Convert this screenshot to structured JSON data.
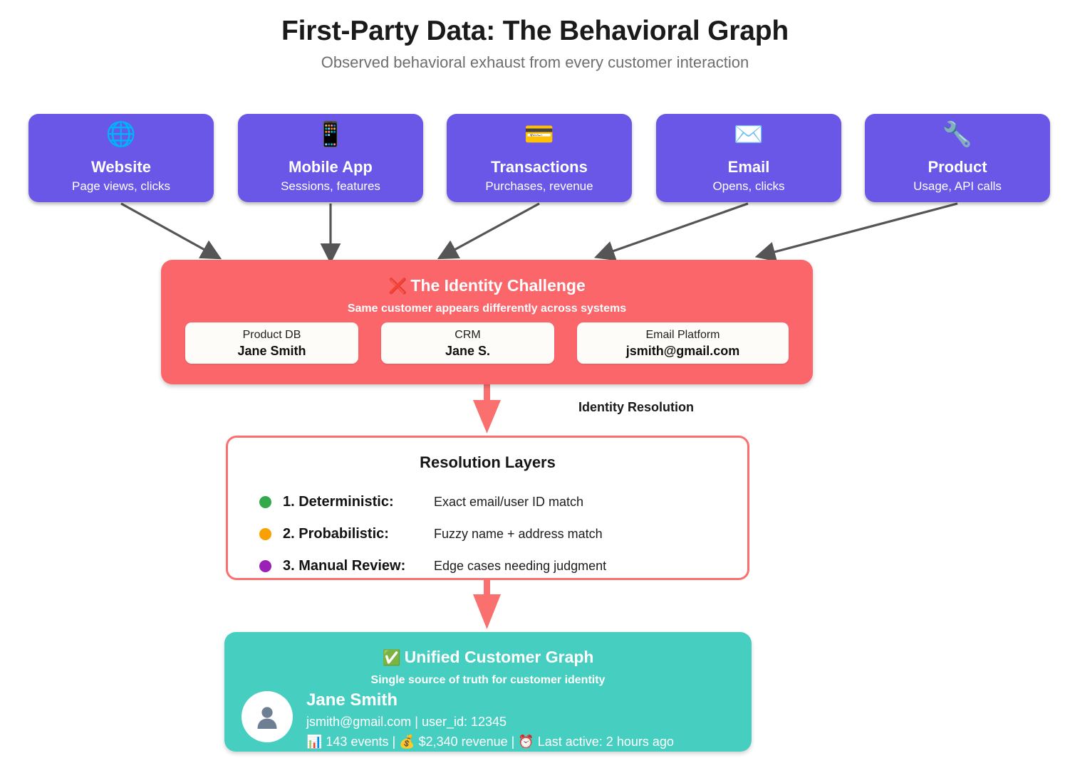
{
  "header": {
    "title": "First-Party Data: The Behavioral Graph",
    "subtitle": "Observed behavioral exhaust from every customer interaction"
  },
  "colors": {
    "source_box": "#6A57E8",
    "challenge_box": "#FB666B",
    "unified_box": "#46CFC0",
    "arrow_gray": "#555555",
    "arrow_red": "#F9706F",
    "deterministic_dot": "#33A94B",
    "probabilistic_dot": "#F8A100",
    "manual_dot": "#9B20B5"
  },
  "sources": [
    {
      "icon": "globe-icon",
      "glyph": "🌐",
      "title": "Website",
      "subtitle": "Page views, clicks"
    },
    {
      "icon": "mobile-phone-icon",
      "glyph": "📱",
      "title": "Mobile App",
      "subtitle": "Sessions, features"
    },
    {
      "icon": "credit-card-icon",
      "glyph": "💳",
      "title": "Transactions",
      "subtitle": "Purchases, revenue"
    },
    {
      "icon": "envelope-icon",
      "glyph": "✉️",
      "title": "Email",
      "subtitle": "Opens, clicks"
    },
    {
      "icon": "wrench-icon",
      "glyph": "🔧",
      "title": "Product",
      "subtitle": "Usage, API calls"
    }
  ],
  "challenge": {
    "mark": "❌",
    "title": "The Identity Challenge",
    "subtitle": "Same customer appears differently across systems",
    "cards": [
      {
        "system": "Product DB",
        "value": "Jane Smith"
      },
      {
        "system": "CRM",
        "value": "Jane S."
      },
      {
        "system": "Email Platform",
        "value": "jsmith@gmail.com"
      }
    ]
  },
  "flow": {
    "resolution_label": "Identity Resolution"
  },
  "layers": {
    "title": "Resolution Layers",
    "items": [
      {
        "name": "1. Deterministic:",
        "desc": "Exact email/user ID match",
        "dot": "#33A94B"
      },
      {
        "name": "2. Probabilistic:",
        "desc": "Fuzzy name + address match",
        "dot": "#F8A100"
      },
      {
        "name": "3. Manual Review:",
        "desc": "Edge cases needing judgment",
        "dot": "#9B20B5"
      }
    ]
  },
  "unified": {
    "mark": "✅",
    "title": "Unified Customer Graph",
    "subtitle": "Single source of truth for customer identity",
    "profile": {
      "name": "Jane Smith",
      "ids": "jsmith@gmail.com | user_id: 12345",
      "stats": "📊 143 events | 💰 $2,340 revenue | ⏰ Last active: 2 hours ago"
    }
  }
}
